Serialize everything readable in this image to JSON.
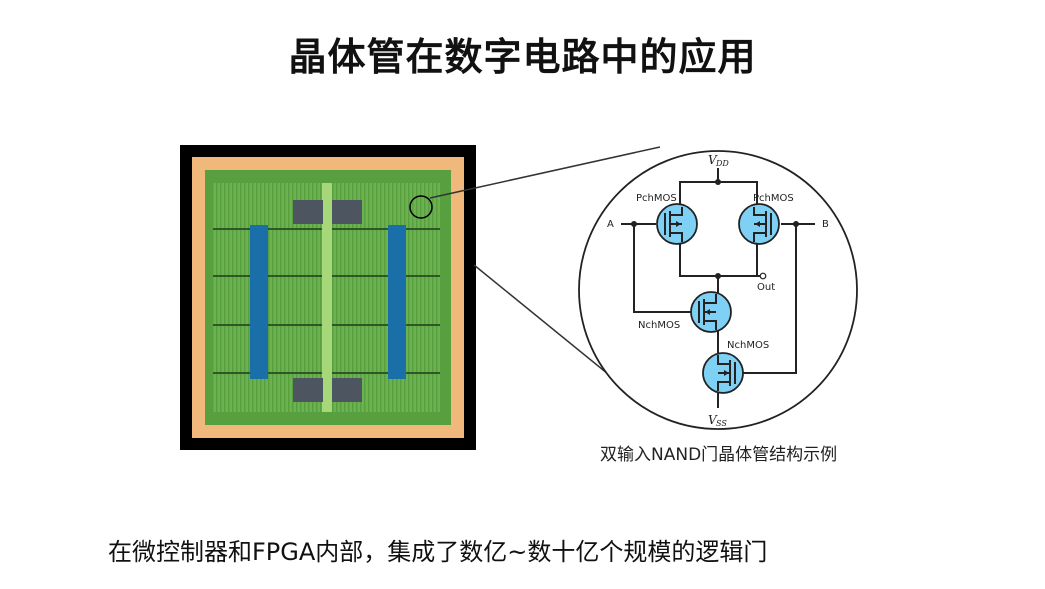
{
  "title": "晶体管在数字电路中的应用",
  "subtitle": "在微控制器和FPGA内部，集成了数亿~数十亿个规模的逻辑门",
  "caption": "双输入NAND门晶体管结构示例",
  "circuit": {
    "vdd_main": "V",
    "vdd_sub": "DD",
    "vss_main": "V",
    "vss_sub": "SS",
    "input_a": "A",
    "input_b": "B",
    "output": "Out",
    "pch_left": "PchMOS",
    "pch_right": "PchMOS",
    "nch_upper": "NchMOS",
    "nch_lower": "NchMOS"
  },
  "colors": {
    "chip_frame": "#000000",
    "chip_border": "#f0b87a",
    "chip_board": "#6ab04c",
    "chip_bus": "#1a6fa8",
    "transistor": "#7fd0f5"
  }
}
